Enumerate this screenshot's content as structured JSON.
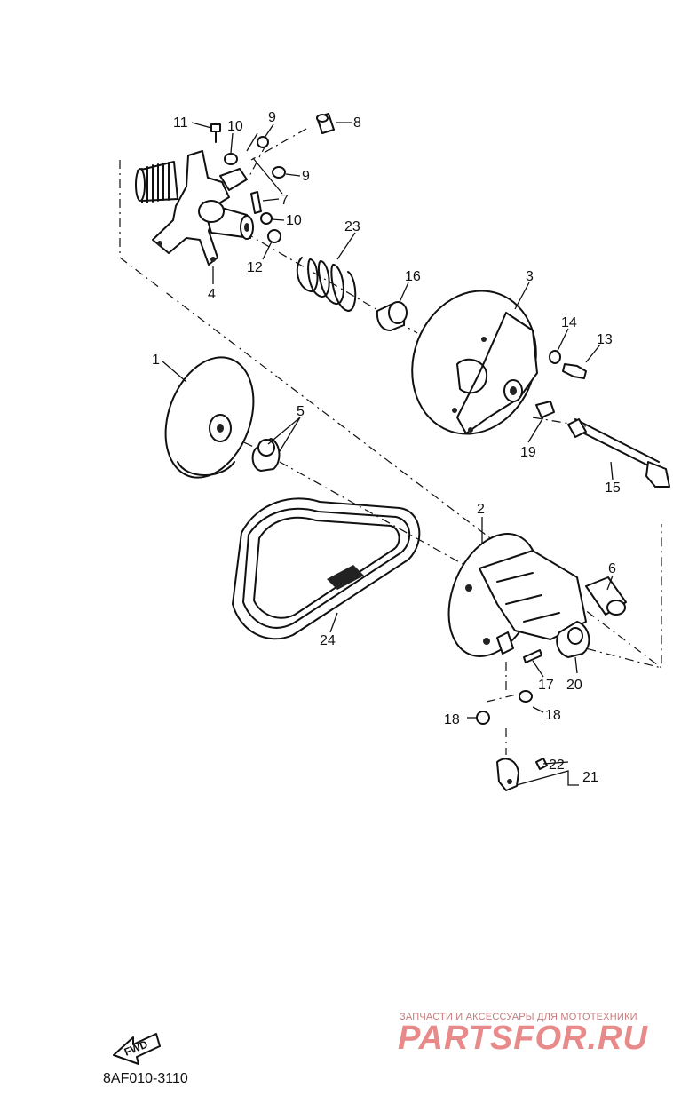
{
  "callouts": [
    {
      "id": "11",
      "label": "11"
    },
    {
      "id": "10a",
      "label": "10"
    },
    {
      "id": "9a",
      "label": "9"
    },
    {
      "id": "8",
      "label": "8"
    },
    {
      "id": "9b",
      "label": "9"
    },
    {
      "id": "7",
      "label": "7"
    },
    {
      "id": "10b",
      "label": "10"
    },
    {
      "id": "23",
      "label": "23"
    },
    {
      "id": "12",
      "label": "12"
    },
    {
      "id": "4",
      "label": "4"
    },
    {
      "id": "16",
      "label": "16"
    },
    {
      "id": "3",
      "label": "3"
    },
    {
      "id": "14",
      "label": "14"
    },
    {
      "id": "13",
      "label": "13"
    },
    {
      "id": "1",
      "label": "1"
    },
    {
      "id": "5",
      "label": "5"
    },
    {
      "id": "19",
      "label": "19"
    },
    {
      "id": "15",
      "label": "15"
    },
    {
      "id": "2",
      "label": "2"
    },
    {
      "id": "6",
      "label": "6"
    },
    {
      "id": "24",
      "label": "24"
    },
    {
      "id": "17",
      "label": "17"
    },
    {
      "id": "20",
      "label": "20"
    },
    {
      "id": "18a",
      "label": "18"
    },
    {
      "id": "18b",
      "label": "18"
    },
    {
      "id": "22",
      "label": "22"
    },
    {
      "id": "21",
      "label": "21"
    }
  ],
  "fwd_label": "FWD",
  "drawing_code": "8AF010-3110",
  "watermark": {
    "subtitle": "ЗАПЧАСТИ И АКСЕССУАРЫ ДЛЯ МОТОТЕХНИКИ",
    "brand": "PARTSFOR.RU"
  },
  "colors": {
    "line": "#111111",
    "watermark": "#e88a8a"
  }
}
